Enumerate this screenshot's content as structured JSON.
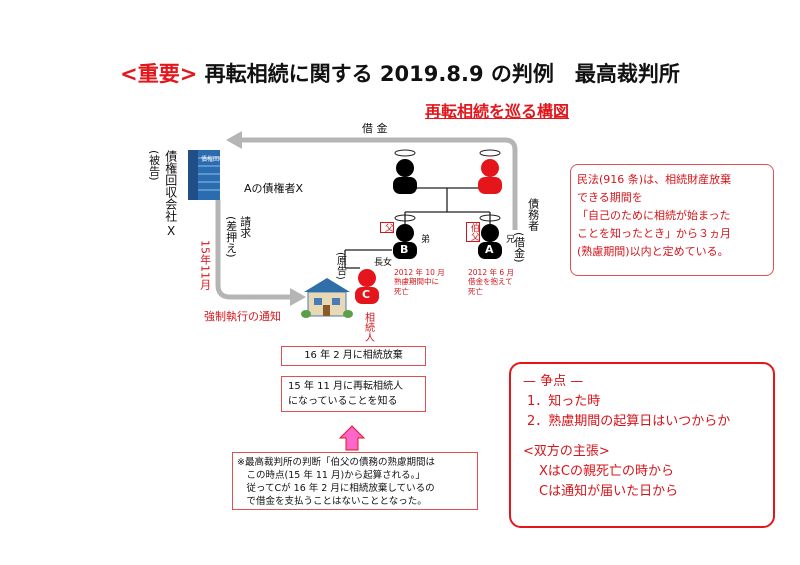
{
  "header": {
    "important": "<重要>",
    "title": "再転相続に関する 2019.8.9 の判例　最高裁判所"
  },
  "diagram": {
    "subtitle": "再転相続を巡る構図",
    "loan_label": "借 金",
    "x_party_label": "債権回収会社",
    "x_defendant": "(被告)",
    "x_letter": "X",
    "building_sign": "債権回収",
    "a_creditor": "Aの債権者X",
    "claim_label": "請求",
    "claim_sub": "(差押え)",
    "date_label": "15年11月",
    "enforcement": "強制執行の通知",
    "debtor_label": "債務者",
    "debtor_sub": "(借金)",
    "b_relation": "父",
    "b_letter": "B",
    "b_tag": "弟",
    "a_relation": "伯父",
    "a_letter": "A",
    "a_tag": "兄",
    "c_letter": "C",
    "c_tag": "長女",
    "c_plaintiff": "(原告)",
    "c_role": "相続人",
    "b_note": [
      "2012 年 10 月",
      "熟慮期間中に",
      "死亡"
    ],
    "a_note": [
      "2012 年 6 月",
      "借金を抱えて",
      "死亡"
    ]
  },
  "law_note": [
    "民法(916 条)は、相続財産放棄",
    "できる期間を",
    "「自己のために相続が始まった",
    "ことを知ったとき」から３ヵ月",
    "(熟慮期間)以内と定めている。"
  ],
  "box_renounce": "16 年 2 月に相続放棄",
  "box_know": [
    "15 年 11 月に再転相続人",
    "になっていることを知る"
  ],
  "ruling": [
    "※最高裁判所の判断「伯父の債務の熟慮期間は",
    "　この時点(15 年 11 月)から起算される。」",
    "　従ってCが 16 年 2 月に相続放棄しているの",
    "　で借金を支払うことはないこととなった。"
  ],
  "issues": {
    "heading": "— 争点 —",
    "items": [
      "1．知った時",
      "2．熟慮期間の起算日はいつからか"
    ],
    "claims_heading": "<双方の主張>",
    "claims": [
      "XはCの親死亡の時から",
      "Cは通知が届いた日から"
    ]
  },
  "colors": {
    "accent": "#e4161b",
    "person_black": "#000000",
    "person_red": "#e4161b"
  }
}
